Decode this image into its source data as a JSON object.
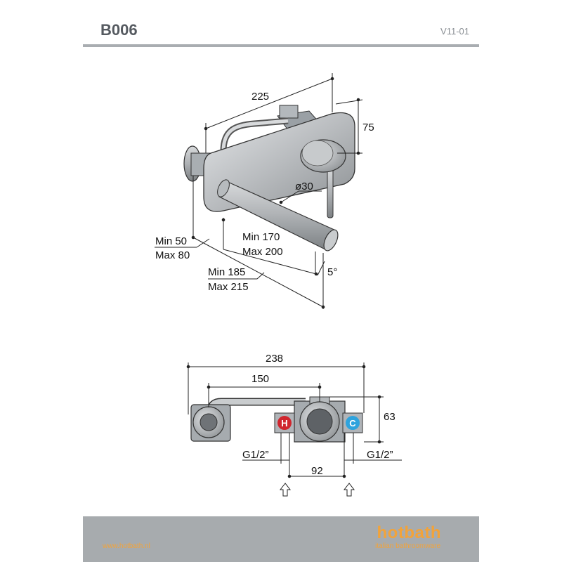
{
  "header": {
    "title": "B006",
    "version": "V11-01"
  },
  "top_view": {
    "width_label": "225",
    "height_label": "75",
    "diameter_label": "ø30",
    "spout_min": "Min 170",
    "spout_max": "Max 200",
    "wall_min": "Min 50",
    "wall_max": "Max 80",
    "total_min": "Min 185",
    "total_max": "Max 215",
    "angle_label": "5°"
  },
  "bottom_view": {
    "width_label": "238",
    "center_label": "150",
    "height_label": "63",
    "spacing_label": "92",
    "inlet_left_label": "G1/2”",
    "inlet_right_label": "G1/2”",
    "hot_badge": "H",
    "cold_badge": "C",
    "hot_color": "#d0262e",
    "cold_color": "#2ea3dd"
  },
  "footer": {
    "url": "www.hotbath.nl",
    "brand": "hotbath",
    "tagline": "italian bathroomware",
    "accent_color": "#f2a33a"
  }
}
